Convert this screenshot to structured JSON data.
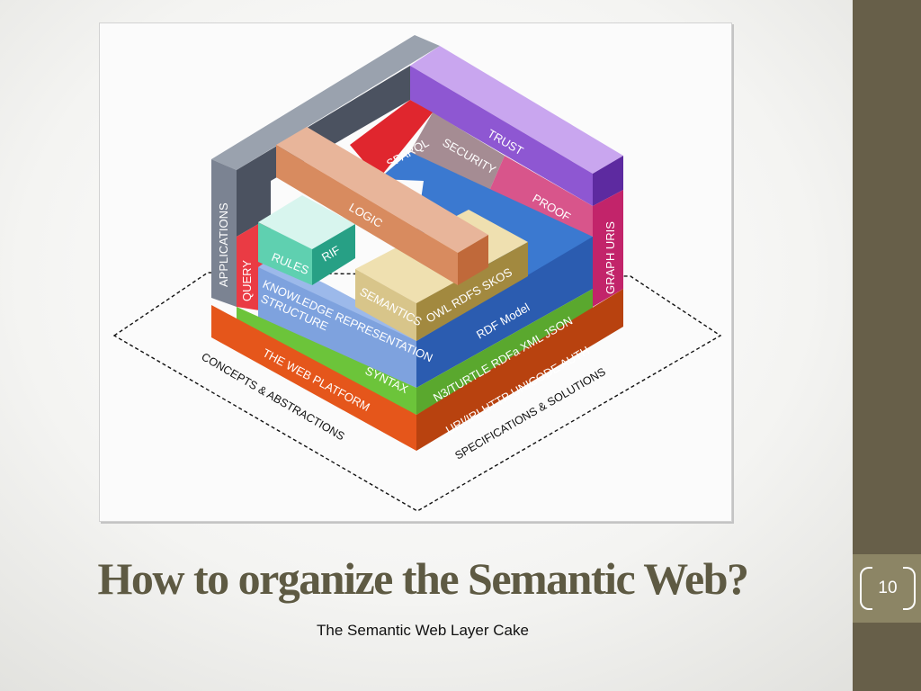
{
  "slide": {
    "title": "How to organize the Semantic Web?",
    "caption": "The Semantic Web Layer Cake",
    "page_number": "10"
  },
  "diagram": {
    "layers": {
      "applications": "APPLICATIONS",
      "query": "QUERY",
      "sparql": "SPARQL",
      "security": "SECURITY",
      "trust": "TRUST",
      "proof": "PROOF",
      "graph_uris": "GRAPH URIS",
      "logic": "LOGIC",
      "rules": "RULES",
      "rif": "RIF",
      "knowledge_rep": "KNOWLEDGE REPRESENTATION",
      "structure": "STRUCTURE",
      "semantics": "SEMANTICS",
      "owl_rdfs_skos": "OWL  RDFS  SKOS",
      "rdf_model": "RDF Model",
      "syntax": "SYNTAX",
      "syntax_specs": "N3/TURTLE RDFa XML JSON",
      "web_platform": "THE WEB PLATFORM",
      "web_specs": "URI/IRI  HTTP  UNICODE  AUTH"
    },
    "base": {
      "concepts": "CONCEPTS & ABSTRACTIONS",
      "specifications": "SPECIFICATIONS & SOLUTIONS"
    }
  },
  "colors": {
    "sidebar": "#675f49",
    "title": "#5e5a43"
  }
}
